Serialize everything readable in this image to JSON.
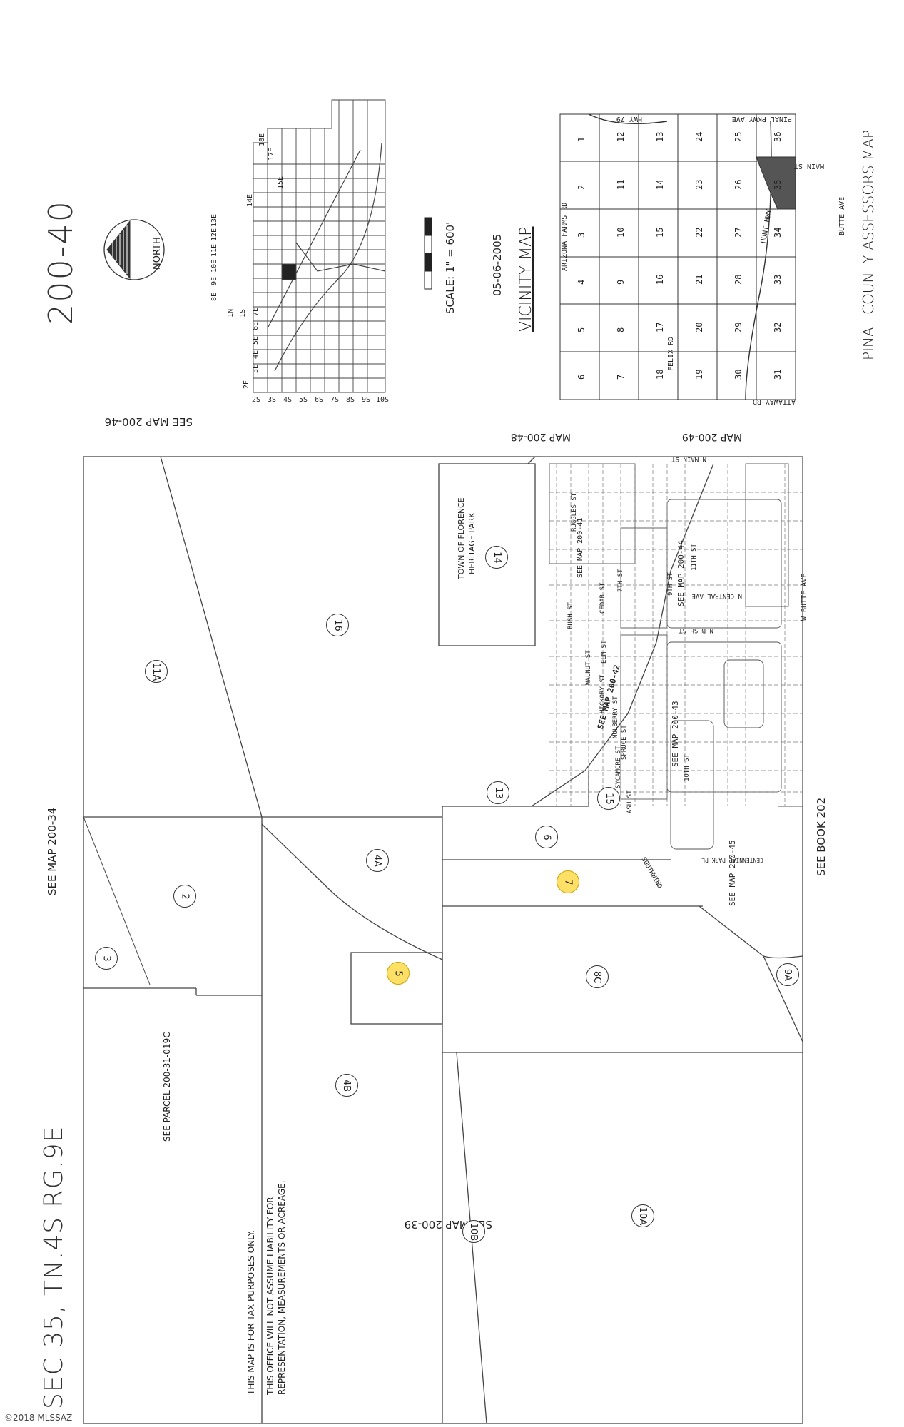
{
  "map_title": "200-40",
  "section_label": "SEC 35, TN.4S RG.9E",
  "north_label": "NORTH",
  "scale_text": "SCALE: 1\" = 600'",
  "date_text": "05-06-2005",
  "vicinity_title": "VICINITY MAP",
  "assessor_title": "PINAL COUNTY ASSESSORS MAP",
  "see_map_top": "SEE MAP 200-34",
  "see_map_right_upper": "SEE MAP 200-46",
  "see_map_right_mid": "MAP 200-48",
  "see_map_right_low": "MAP 200-49",
  "see_map_bottom_right": "SEE MAP 200-39",
  "see_book": "SEE BOOK 202",
  "see_parcel": "SEE PARCEL 200-31-019C",
  "park_label_1": "TOWN OF FLORENCE",
  "park_label_2": "HERITAGE PARK",
  "disclaimer_1": "THIS MAP IS FOR TAX PURPOSES ONLY.",
  "disclaimer_2": "THIS OFFICE WILL NOT ASSUME LIABILITY FOR",
  "disclaimer_3": "REPRESENTATION, MEASUREMENTS OR ACREAGE.",
  "copyright": "©2018 MLSSAZ",
  "parcels": [
    {
      "id": "3",
      "hl": false
    },
    {
      "id": "2",
      "hl": false
    },
    {
      "id": "11A",
      "hl": false
    },
    {
      "id": "16",
      "hl": false
    },
    {
      "id": "4A",
      "hl": false
    },
    {
      "id": "5",
      "hl": true
    },
    {
      "id": "4B",
      "hl": false
    },
    {
      "id": "10B",
      "hl": false
    },
    {
      "id": "6",
      "hl": false
    },
    {
      "id": "7",
      "hl": true
    },
    {
      "id": "8C",
      "hl": false
    },
    {
      "id": "10A",
      "hl": false
    },
    {
      "id": "9A",
      "hl": false
    },
    {
      "id": "13",
      "hl": false
    },
    {
      "id": "14",
      "hl": false
    },
    {
      "id": "15",
      "hl": false
    }
  ],
  "street_labels": [
    "N MAIN ST",
    "RUGGLES ST",
    "CEDAR ST",
    "BUSH ST",
    "ELM ST",
    "WALNUT ST",
    "HICKORY ST",
    "MULBERRY ST",
    "SPRUCE ST",
    "SYCAMORE ST",
    "ASH ST",
    "7TH ST",
    "9TH ST",
    "10TH ST",
    "11TH ST",
    "N CENTRAL AVE",
    "N BUSH ST",
    "W BUTTE AVE",
    "CENTENNIAL PARK PL",
    "SOUTHWIND",
    "SEE MAP 200-41",
    "SEE MAP 200-42",
    "SEE MAP 200-43",
    "SEE MAP 200-44",
    "SEE MAP 200-45"
  ],
  "vicinity_roads": [
    "HWY 79",
    "PINAL PKWY AVE",
    "MAIN ST",
    "BUTTE AVE",
    "ARIZONA FARMS RD",
    "HUNT HWY",
    "FELIX RD",
    "ATTAWAY RD"
  ],
  "vicinity_grid": [
    [
      "1",
      "12",
      "13",
      "24",
      "25",
      "36"
    ],
    [
      "2",
      "11",
      "14",
      "23",
      "26",
      "35"
    ],
    [
      "3",
      "10",
      "15",
      "22",
      "27",
      "34"
    ],
    [
      "4",
      "9",
      "16",
      "21",
      "28",
      "33"
    ],
    [
      "5",
      "8",
      "17",
      "20",
      "29",
      "32"
    ],
    [
      "6",
      "7",
      "18",
      "19",
      "30",
      "31"
    ]
  ],
  "county_labels": [
    "8E",
    "9E",
    "10E",
    "11E",
    "12E",
    "13E",
    "14E",
    "15E",
    "17E",
    "18E",
    "1N",
    "1S",
    "2E",
    "3E",
    "4E",
    "5E",
    "6E",
    "7E",
    "2S",
    "3S",
    "4S",
    "5S",
    "6S",
    "7S",
    "8S",
    "9S",
    "10S"
  ]
}
